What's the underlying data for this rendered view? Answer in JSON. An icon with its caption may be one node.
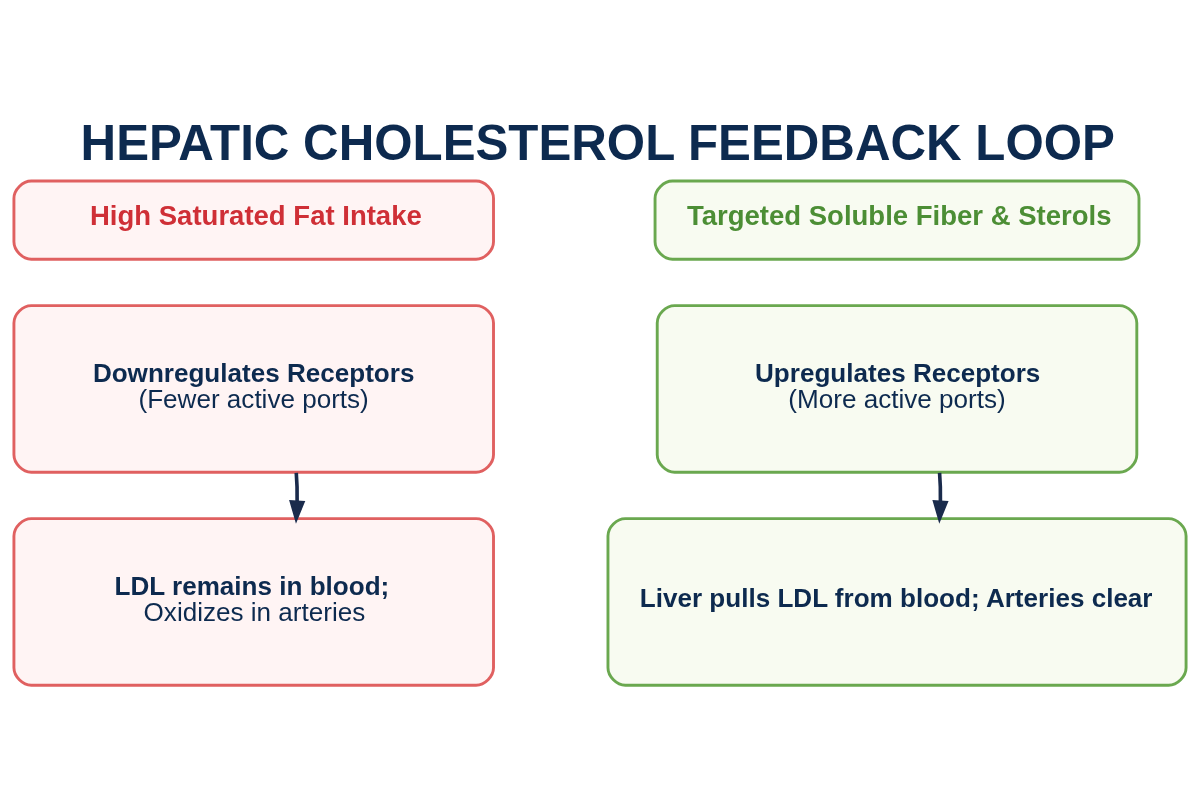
{
  "diagram": {
    "title": "HEPATIC CHOLESTEROL FEEDBACK LOOP",
    "nodes": [
      {
        "text": [
          "High Saturated Fat Intake"
        ]
      },
      {
        "text": [
          "Targeted Soluble Fiber & Sterols"
        ]
      },
      {
        "text": [
          "Downregulates Receptors",
          "(Fewer active ports)"
        ]
      },
      {
        "text": [
          "Upregulates Receptors",
          "(More active ports)"
        ]
      },
      {
        "text": [
          "LDL remains in blood;",
          "Oxidizes in arteries"
        ]
      },
      {
        "text": [
          "Liver pulls LDL from blood; Arteries clear"
        ]
      }
    ],
    "edges": [
      {
        "from": 2,
        "to": 4,
        "arrow": "to"
      },
      {
        "from": 3,
        "to": 5,
        "arrow": "to"
      }
    ]
  }
}
